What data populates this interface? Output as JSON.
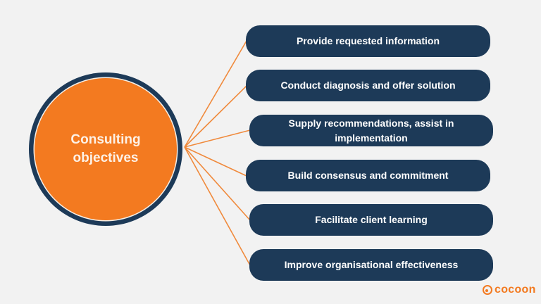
{
  "diagram": {
    "center": {
      "label": "Consulting objectives"
    },
    "objectives": [
      {
        "label": "Provide requested information"
      },
      {
        "label": "Conduct diagnosis and offer solution"
      },
      {
        "label": "Supply recommendations, assist in implementation"
      },
      {
        "label": "Build consensus and commitment"
      },
      {
        "label": "Facilitate client learning"
      },
      {
        "label": "Improve organisational effectiveness"
      }
    ]
  },
  "colors": {
    "orange": "#f37a20",
    "navy": "#1d3a58",
    "background": "#f2f2f2"
  },
  "brand": {
    "name": "cocoon"
  }
}
